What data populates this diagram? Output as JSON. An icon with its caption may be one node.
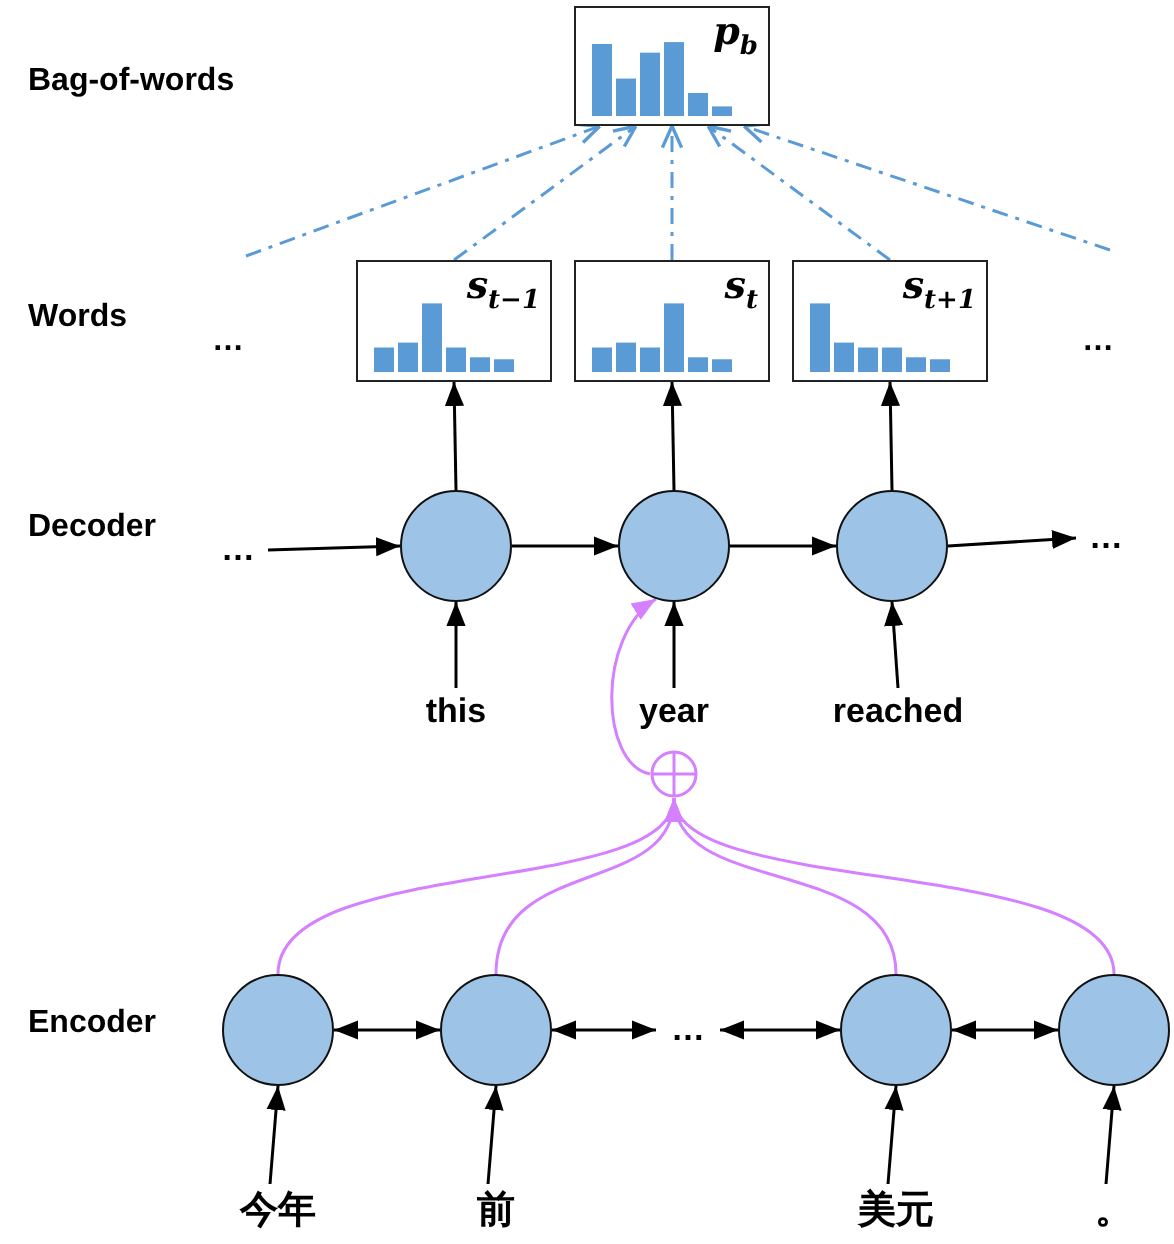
{
  "diagram": {
    "nodes": [
      {
        "text": [
          "p$_{b}$"
        ]
      },
      {
        "text": [
          "s$_{t−1}$"
        ]
      },
      {
        "text": [
          "s$_{t}$"
        ]
      },
      {
        "text": [
          "s$_{t+1}$"
        ]
      },
      {
        "text": [],
        "shape": "circle"
      },
      {
        "text": [],
        "shape": "circle"
      },
      {
        "text": [],
        "shape": "circle"
      },
      {
        "text": [
          "this"
        ]
      },
      {
        "text": [
          "year"
        ]
      },
      {
        "text": [
          "reached"
        ]
      },
      {
        "text": [],
        "shape": "circle"
      },
      {
        "text": [],
        "shape": "circle"
      },
      {
        "text": [],
        "shape": "circle"
      },
      {
        "text": [],
        "shape": "circle"
      },
      {
        "text": [],
        "shape": "circle"
      },
      {
        "text": [
          "今年"
        ]
      },
      {
        "text": [
          "前"
        ]
      },
      {
        "text": [
          "美元"
        ]
      },
      {
        "text": [
          "。"
        ]
      },
      {
        "text": [
          "…"
        ]
      },
      {
        "text": [
          "…"
        ]
      },
      {
        "text": [
          "…"
        ]
      }
    ],
    "edges": [
      {
        "from": null,
        "to": 0,
        "arrow": "to",
        "style": "dashed",
        "color": "#5b9bd5"
      },
      {
        "from": 1,
        "to": 0,
        "arrow": "to",
        "style": "dashed",
        "color": "#5b9bd5"
      },
      {
        "from": 2,
        "to": 0,
        "arrow": "to",
        "style": "dashed",
        "color": "#5b9bd5"
      },
      {
        "from": 3,
        "to": 0,
        "arrow": "to",
        "style": "dashed",
        "color": "#5b9bd5"
      },
      {
        "from": null,
        "to": 0,
        "arrow": "to",
        "style": "dashed",
        "color": "#5b9bd5"
      },
      {
        "from": 4,
        "to": 1,
        "arrow": "to"
      },
      {
        "from": 5,
        "to": 2,
        "arrow": "to"
      },
      {
        "from": 6,
        "to": 3,
        "arrow": "to"
      },
      {
        "from": 19,
        "to": 4,
        "arrow": "to"
      },
      {
        "from": 4,
        "to": 5,
        "arrow": "to"
      },
      {
        "from": 5,
        "to": 6,
        "arrow": "to"
      },
      {
        "from": 6,
        "to": 20,
        "arrow": "to"
      },
      {
        "from": 7,
        "to": 4,
        "arrow": "to"
      },
      {
        "from": 8,
        "to": 5,
        "arrow": "to"
      },
      {
        "from": 9,
        "to": 6,
        "arrow": "to"
      },
      {
        "from": 10,
        "to": 5,
        "arrow": "to",
        "color": "#d580ff"
      },
      {
        "from": 11,
        "to": 10,
        "arrow": "to",
        "color": "#d580ff"
      },
      {
        "from": 12,
        "to": 10,
        "arrow": "to",
        "color": "#d580ff"
      },
      {
        "from": 13,
        "to": 10,
        "arrow": "to",
        "color": "#d580ff"
      },
      {
        "from": 14,
        "to": 10,
        "arrow": "to",
        "color": "#d580ff"
      },
      {
        "from": 11,
        "to": 12,
        "arrow": "both"
      },
      {
        "from": 12,
        "to": 21,
        "arrow": "both"
      },
      {
        "from": 21,
        "to": 13,
        "arrow": "both"
      },
      {
        "from": 13,
        "to": 14,
        "arrow": "both"
      },
      {
        "from": 15,
        "to": 11,
        "arrow": "to"
      },
      {
        "from": 16,
        "to": 12,
        "arrow": "to"
      },
      {
        "from": 17,
        "to": 13,
        "arrow": "to"
      },
      {
        "from": 18,
        "to": 14,
        "arrow": "to"
      }
    ],
    "labels": [
      "Bag-of-words",
      "Words",
      "…",
      "…",
      "Decoder",
      "Encoder"
    ]
  }
}
